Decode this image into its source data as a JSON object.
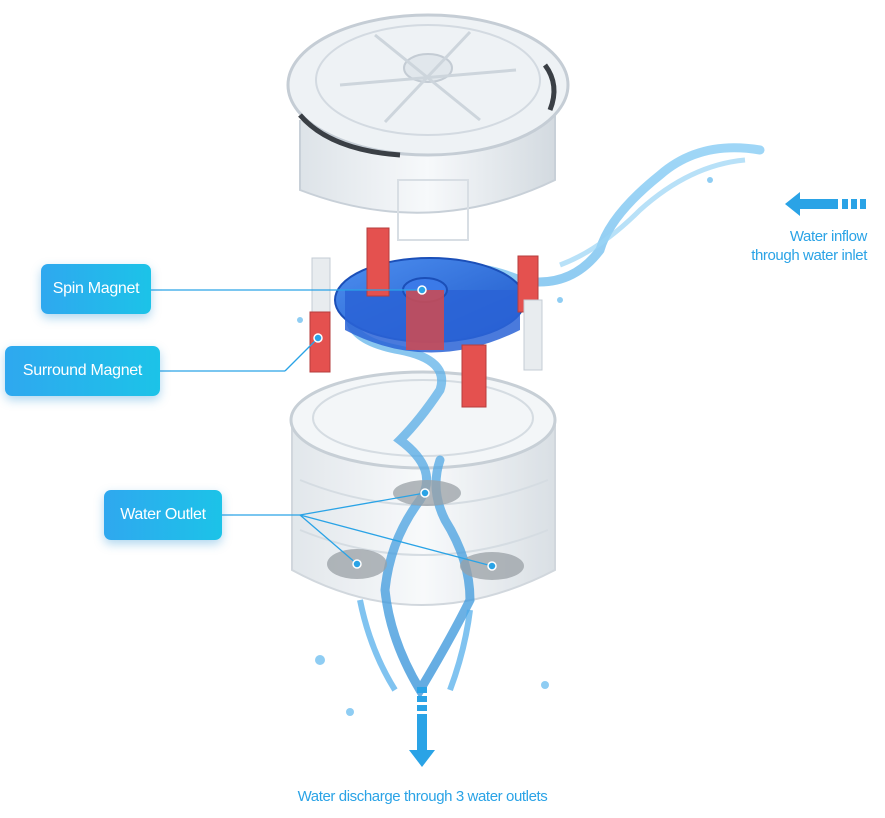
{
  "labels": {
    "spin_magnet": "Spin Magnet",
    "surround_magnet": "Surround Magnet",
    "water_outlet": "Water Outlet",
    "inflow_line1": "Water inflow",
    "inflow_line2": "through water inlet",
    "discharge": "Water discharge through 3 water outlets"
  },
  "colors": {
    "accent": "#2aa3e6",
    "callout_start": "#2fa8ef",
    "callout_end": "#1cc3e8",
    "magnet_red": "#e4514f",
    "rotor_blue": "#2c6fe0",
    "water_blue": "#5ab6ee"
  }
}
